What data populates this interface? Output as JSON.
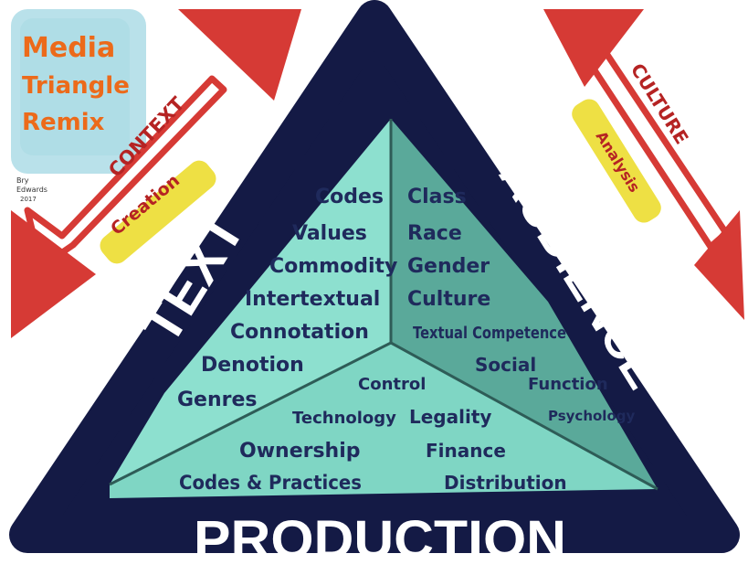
{
  "title": {
    "line1": "Media",
    "line2": "Triangle",
    "line3": "Remix"
  },
  "signature": {
    "line1": "Bry",
    "line2": "Edwards",
    "line3": "2017"
  },
  "corners": {
    "text": "TEXT",
    "audience": "AUDIENCE",
    "production": "PRODUCTION"
  },
  "arrows": {
    "left_label": "CONTEXT",
    "left_tag": "Creation",
    "right_label": "CULTURE",
    "right_tag": "Analysis"
  },
  "text_items": [
    "Codes",
    "Values",
    "Commodity",
    "Intertextual",
    "Connotation",
    "Denotion",
    "Genres"
  ],
  "audience_items": [
    "Class",
    "Race",
    "Gender",
    "Culture",
    "Textual Competence",
    "Social",
    "Function",
    "Psychology"
  ],
  "production_items": [
    "Control",
    "Technology",
    "Legality",
    "Ownership",
    "Finance",
    "Codes & Practices",
    "Distribution"
  ],
  "colors": {
    "border": "#141a45",
    "text_panel": "#8de0cf",
    "audience_panel": "#5aa99a",
    "production_panel": "#7fd6c4",
    "arrow": "#d63a35",
    "tag": "#eee044",
    "title": "#ec6a1a"
  }
}
